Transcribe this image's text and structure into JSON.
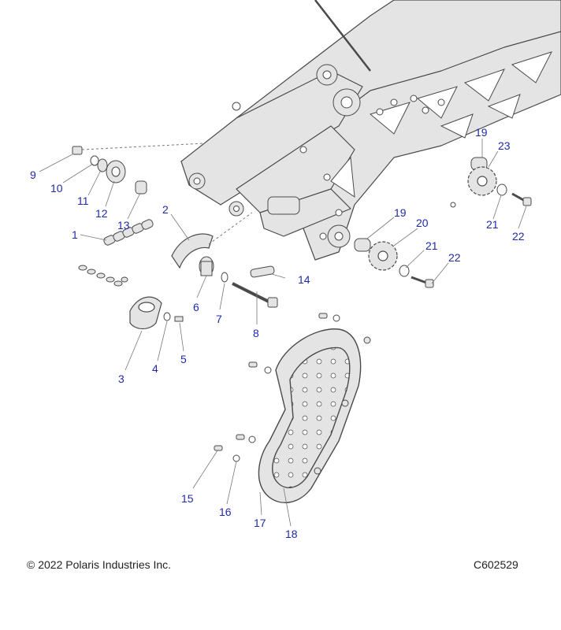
{
  "diagram": {
    "callouts": [
      "1",
      "2",
      "3",
      "4",
      "5",
      "6",
      "7",
      "8",
      "9",
      "10",
      "11",
      "12",
      "13",
      "14",
      "15",
      "16",
      "17",
      "18",
      "19",
      "19",
      "20",
      "21",
      "21",
      "22",
      "22",
      "23"
    ],
    "colors": {
      "part_fill": "#e4e4e4",
      "part_stroke": "#4a4a4a",
      "leader": "#777777",
      "callout_text": "#1f2aa8"
    }
  },
  "footer": {
    "copyright": "© 2022 Polaris Industries Inc.",
    "drawing_number": "C602529"
  }
}
